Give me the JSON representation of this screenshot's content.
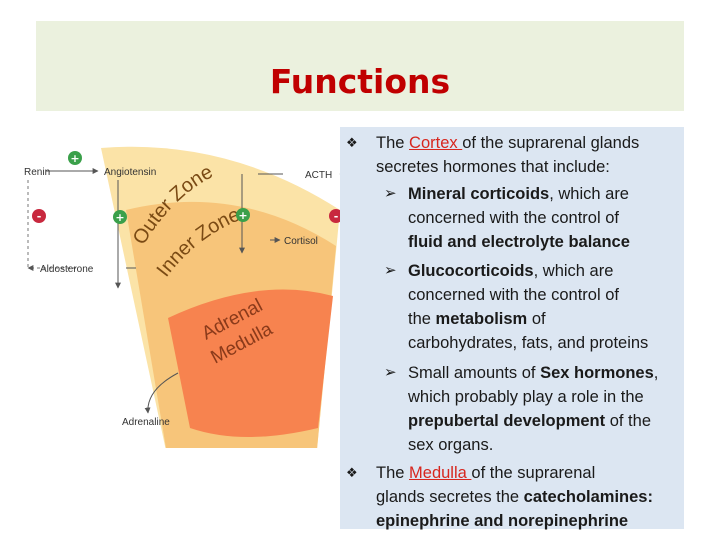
{
  "slide": {
    "title": "Functions",
    "colors": {
      "title": "#c00000",
      "title_band": "#ebf1de",
      "text_panel": "#dce6f2",
      "highlight": "#d7261e"
    }
  },
  "diagram": {
    "labels": {
      "renin": "Renin",
      "angiotensin": "Angiotensin",
      "acth": "ACTH",
      "cortisol": "Cortisol",
      "aldosterone": "Aldosterone",
      "adrenaline": "Adrenaline",
      "outer_zone": "Outer Zone",
      "inner_zone": "Inner Zone",
      "adrenal": "Adrenal",
      "medulla": "Medulla"
    },
    "signs": {
      "plus": "+",
      "minus": "-"
    },
    "colors": {
      "outer": "#fbe3a7",
      "inner": "#f7c57a",
      "medulla": "#f7834f",
      "plus": "#3aa04a",
      "minus": "#c8283e"
    }
  },
  "content": {
    "cortex": {
      "lead": "The ",
      "term": "Cortex ",
      "rest": "of the suprarenal glands",
      "line2": "secretes hormones that include:"
    },
    "mineral": {
      "bold": "Mineral corticoids",
      "rest": ", which are",
      "line2": "concerned with the control of",
      "line3": "fluid and electrolyte balance"
    },
    "gluco": {
      "bold": "Glucocorticoids",
      "rest": ", which are",
      "line2": "concerned with the control of",
      "line3a": "the ",
      "line3b": "metabolism",
      "line3c": " of",
      "line4": "carbohydrates, fats, and proteins"
    },
    "sex": {
      "lead": "Small amounts of ",
      "bold": "Sex hormones",
      "rest": ",",
      "line2": "which probably play a role in the",
      "line3a": "prepubertal development",
      "line3b": " of the",
      "line4": "sex organs."
    },
    "medulla": {
      "lead": "The ",
      "term": "Medulla ",
      "rest": "of the suprarenal",
      "line2a": "glands secretes the ",
      "line2b": "catecholamines:",
      "line3": "epinephrine and norepinephrine"
    }
  }
}
